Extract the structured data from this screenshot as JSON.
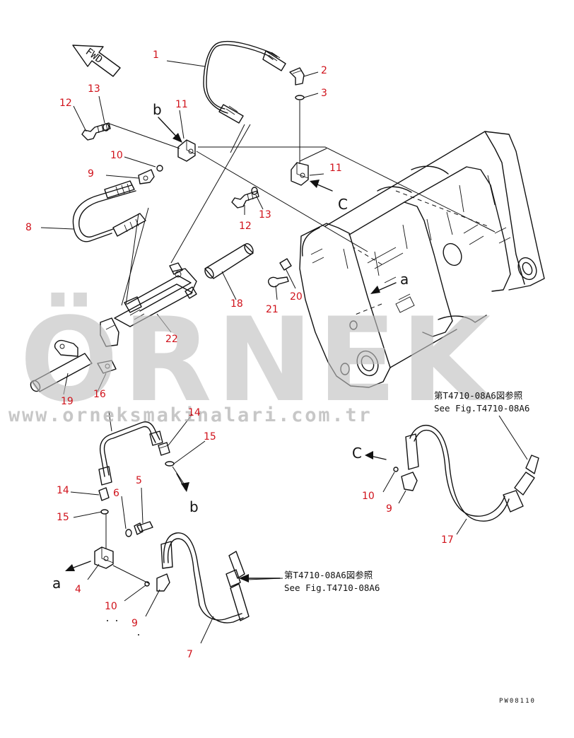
{
  "callouts": {
    "c1": "1",
    "c2": "2",
    "c3": "3",
    "c4": "4",
    "c5": "5",
    "c6": "6",
    "c7": "7",
    "c8": "8",
    "c9a": "9",
    "c9b": "9",
    "c9c": "9",
    "c10a": "10",
    "c10b": "10",
    "c10c": "10",
    "c11a": "11",
    "c11b": "11",
    "c12a": "12",
    "c12b": "12",
    "c13a": "13",
    "c13b": "13",
    "c14a": "14",
    "c14b": "14",
    "c15a": "15",
    "c15b": "15",
    "c16": "16",
    "c17": "17",
    "c18": "18",
    "c19": "19",
    "c20": "20",
    "c21": "21",
    "c22": "22"
  },
  "view_markers": {
    "a_top": "a",
    "a_bottom": "a",
    "b_top": "b",
    "b_bottom": "b",
    "c_top": "C",
    "c_right": "C"
  },
  "references": {
    "right_jp": "第T4710-08A6図参照",
    "right_en": "See Fig.T4710-08A6",
    "bottom_jp": "第T4710-08A6図参照",
    "bottom_en": "See Fig.T4710-08A6"
  },
  "drawing_code": "PW08110",
  "fwd_label": "FWD",
  "watermark": {
    "brand": "ÖRNEK",
    "url": "www.orneksmakinalari.com.tr"
  },
  "colors": {
    "callout": "#d0121b",
    "watermark_gray": "#bfbfbf",
    "watermark_accent": "#f1c86b",
    "line": "#111111"
  }
}
